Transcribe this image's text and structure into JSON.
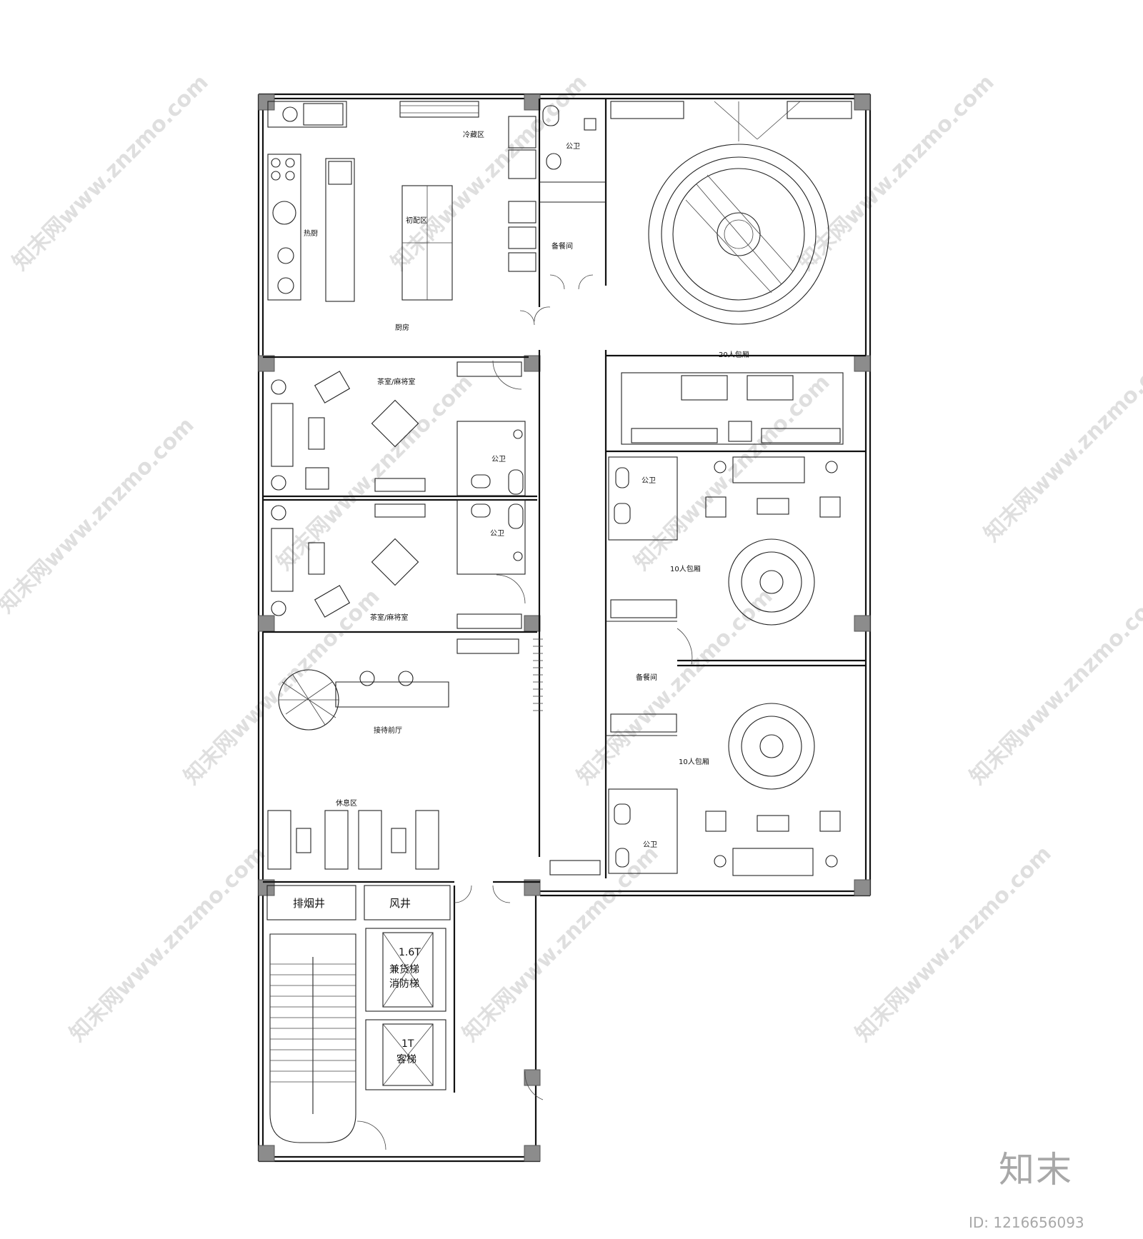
{
  "floor_plan": {
    "rooms": {
      "cold_storage": "冷藏区",
      "hot_kitchen": "热厨",
      "prep_area": "初配区",
      "kitchen": "厨房",
      "restroom_kitchen": "公卫",
      "pantry_top": "备餐间",
      "private_room_20": "20人包厢",
      "tea_room_1": "茶室/麻将室",
      "tea_room_2": "茶室/麻将室",
      "restroom_tea_1": "公卫",
      "restroom_tea_2": "公卫",
      "restroom_room10_a": "公卫",
      "private_room_10_a": "10人包厢",
      "pantry_mid": "备餐间",
      "private_room_10_b": "10人包厢",
      "restroom_room10_b": "公卫",
      "reception_hall": "接待前厅",
      "lounge": "休息区",
      "smoke_shaft": "排烟井",
      "air_shaft": "风井",
      "freight_lift_load": "1.6T",
      "freight_lift_name1": "兼货梯",
      "freight_lift_name2": "消防梯",
      "passenger_lift_load": "1T",
      "passenger_lift_name": "客梯"
    }
  },
  "watermark": {
    "site_text": "知末网www.znzmo.com",
    "brand": "知末",
    "image_id": "ID: 1216656093"
  }
}
